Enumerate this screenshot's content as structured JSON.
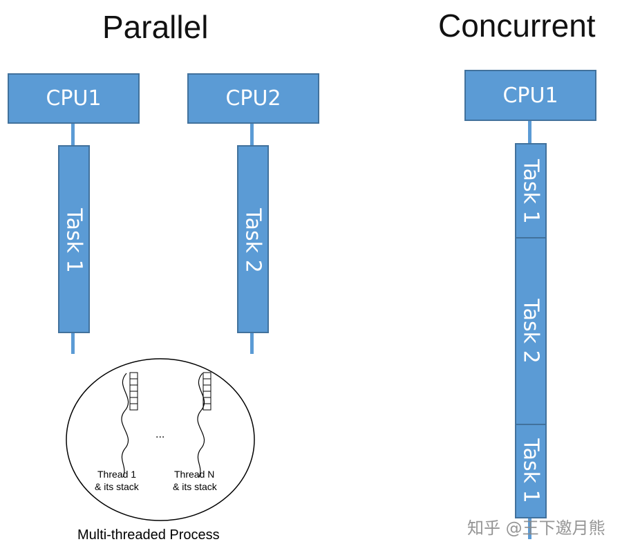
{
  "parallel": {
    "title": "Parallel",
    "cpu1": "CPU1",
    "cpu2": "CPU2",
    "task1": "Task 1",
    "task2": "Task 2"
  },
  "concurrent": {
    "title": "Concurrent",
    "cpu1": "CPU1",
    "tasks": [
      "Task 1",
      "Task 2",
      "Task 1"
    ]
  },
  "process": {
    "thread1": [
      "Thread 1",
      "& its stack"
    ],
    "threadN": [
      "Thread N",
      "& its stack"
    ],
    "ellipsis": "...",
    "caption": "Multi-threaded Process"
  },
  "watermark": "知乎 @王下邀月熊",
  "colors": {
    "box_fill": "#5b9bd5",
    "box_border": "#41719c",
    "text": "#111111"
  }
}
